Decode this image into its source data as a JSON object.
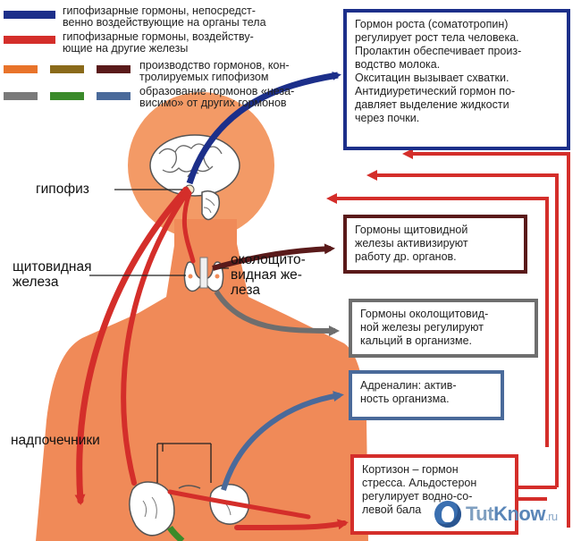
{
  "legend": {
    "items": [
      {
        "text": "гипофизарные гормоны, непосредст-\nвенно воздействующие на органы тела",
        "colors": [
          "#1c2f8a"
        ]
      },
      {
        "text": "гипофизарные гормоны, воздейству-\nющие на другие железы",
        "colors": [
          "#d42e2a"
        ]
      },
      {
        "text": "производство гормонов, кон-\nтролируемых гипофизом",
        "colors": [
          "#e8732a",
          "#8a6a1a",
          "#5a1a1a"
        ]
      },
      {
        "text": "образование гормонов «неза-\nвисимо» от других гормонов",
        "colors": [
          "#7a7a7a",
          "#3a8a2a",
          "#4a6a9a"
        ]
      }
    ]
  },
  "labels": {
    "pituitary": "гипофиз",
    "thyroid": "щитовидная\nжелеза",
    "parathyroid": "околощито-\nвидная же-\nлеза",
    "adrenal": "надпочечники"
  },
  "boxes": {
    "pituitary": {
      "text": "Гормон роста (соматотропин)\nрегулирует рост тела человека.\nПролактин обеспечивает произ-\nводство молока.\nОкситацин вызывает схватки.\nАнтидиуретический гормон по-\nдавляет выделение жидкости\nчерез почки.",
      "color": "#1c2f8a"
    },
    "thyroid": {
      "text": "Гормоны щитовидной\nжелезы активизируют\nработу др. органов.",
      "color": "#5a1a1a"
    },
    "parathyroid": {
      "text": "Гормоны околощитовид-\nной железы регулируют\nкальций в организме.",
      "color": "#6e6e6e"
    },
    "adrenaline": {
      "text": "Адреналин: актив-\nность организма.",
      "color": "#4a6a9a"
    },
    "cortisone": {
      "text": "Кортизон – гормон\nстресса. Альдостерон\nрегулирует водно-со-\nлевой бала",
      "color": "#d42e2a"
    }
  },
  "colors": {
    "body": "#f08a58",
    "head": "#f39a66",
    "red": "#d42e2a",
    "blue": "#1c2f8a",
    "darkred": "#5a1a1a",
    "grey": "#6e6e6e",
    "slate": "#4a6a9a",
    "green": "#3a8a2a"
  },
  "watermark": {
    "main": "Tut",
    "accent": "Know",
    "tld": ".ru"
  }
}
